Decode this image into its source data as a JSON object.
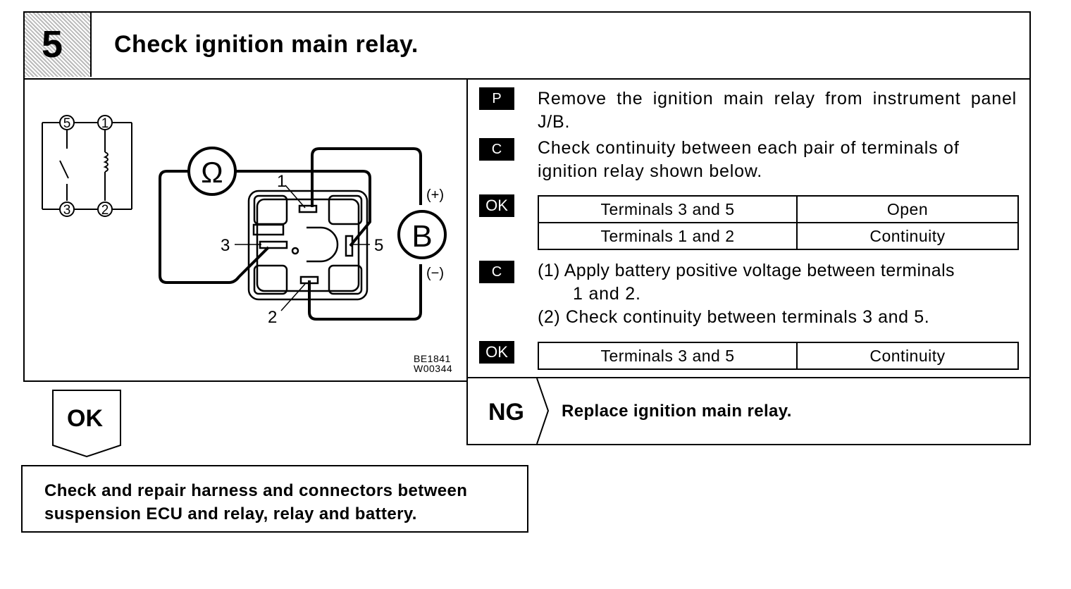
{
  "step": {
    "number": "5",
    "title": "Check ignition main relay."
  },
  "figure": {
    "codes": [
      "BE1841",
      "W00344"
    ],
    "schematic_terminals": [
      "5",
      "1",
      "3",
      "2"
    ],
    "relay_terminals": [
      "1",
      "3",
      "5",
      "2"
    ],
    "ohmmeter_symbol": "Ω",
    "battery_symbol": "B",
    "polarity": [
      "(+)",
      "(−)"
    ]
  },
  "instructions": [
    {
      "badge": "P",
      "text": "Remove the ignition main relay from instrument panel J/B."
    },
    {
      "badge": "C",
      "text": "Check continuity between each pair of terminals of ignition relay shown below."
    },
    {
      "badge": "OK",
      "table": [
        [
          "Terminals 3 and 5",
          "Open"
        ],
        [
          "Terminals 1 and 2",
          "Continuity"
        ]
      ]
    },
    {
      "badge": "C",
      "lines": [
        "(1) Apply battery positive voltage between terminals",
        "1 and 2.",
        "(2) Check continuity between terminals 3 and 5."
      ]
    },
    {
      "badge": "OK",
      "table": [
        [
          "Terminals 3 and 5",
          "Continuity"
        ]
      ]
    }
  ],
  "ng": {
    "label": "NG",
    "text": "Replace ignition main relay."
  },
  "ok": {
    "label": "OK",
    "text": "Check and repair harness and connectors between suspension ECU and relay, relay and battery."
  }
}
